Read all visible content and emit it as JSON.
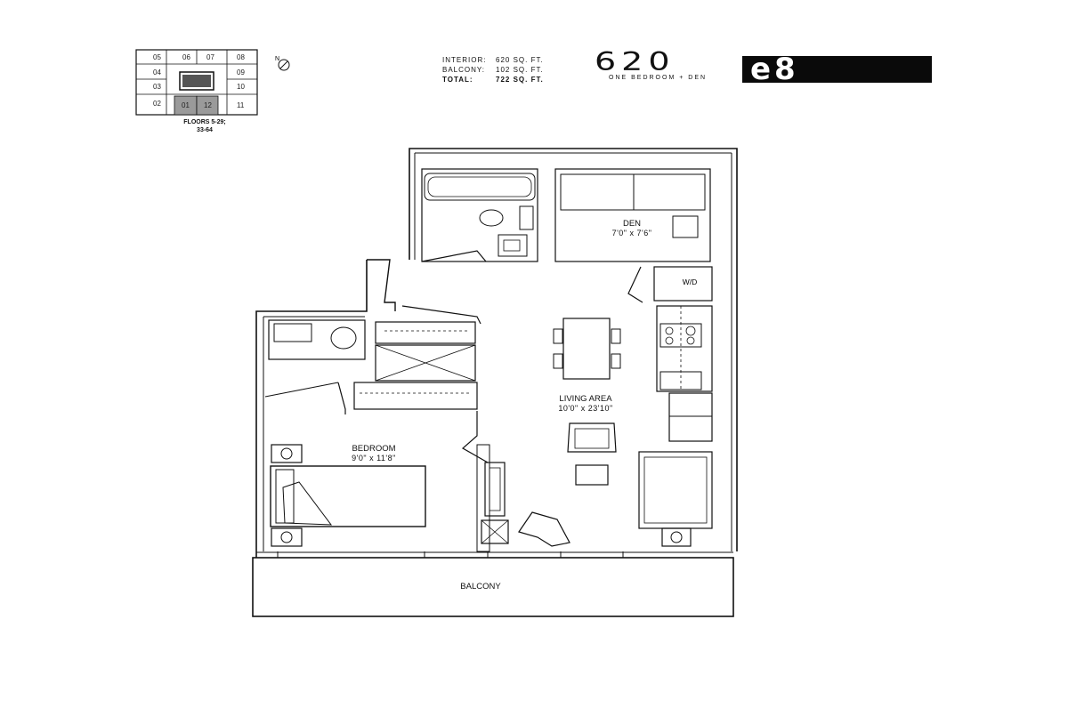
{
  "keyplan": {
    "units": [
      "05",
      "06",
      "07",
      "08",
      "04",
      "09",
      "03",
      "10",
      "02",
      "01",
      "12",
      "11"
    ],
    "highlighted": [
      "01",
      "12"
    ],
    "floors_line1": "FLOORS 5-29;",
    "floors_line2": "33-64",
    "north_label": "N"
  },
  "stats": {
    "interior_label": "INTERIOR:",
    "interior_value": "620 SQ. FT.",
    "balcony_label": "BALCONY:",
    "balcony_value": "102 SQ. FT.",
    "total_label": "TOTAL:",
    "total_value": "722 SQ. FT."
  },
  "brand": {
    "number": "620",
    "subtitle": "ONE BEDROOM + DEN",
    "unit_name": "e8"
  },
  "rooms": {
    "den_name": "DEN",
    "den_dim": "7'0\" x 7'6\"",
    "living_name": "LIVING AREA",
    "living_dim": "10'0\" x 23'10\"",
    "bedroom_name": "BEDROOM",
    "bedroom_dim": "9'0\" x 11'8\"",
    "balcony_name": "BALCONY",
    "wd_label": "W/D"
  },
  "colors": {
    "line": "#111111",
    "highlight": "#9a9a9a",
    "brand_box": "#0a0a0a"
  }
}
